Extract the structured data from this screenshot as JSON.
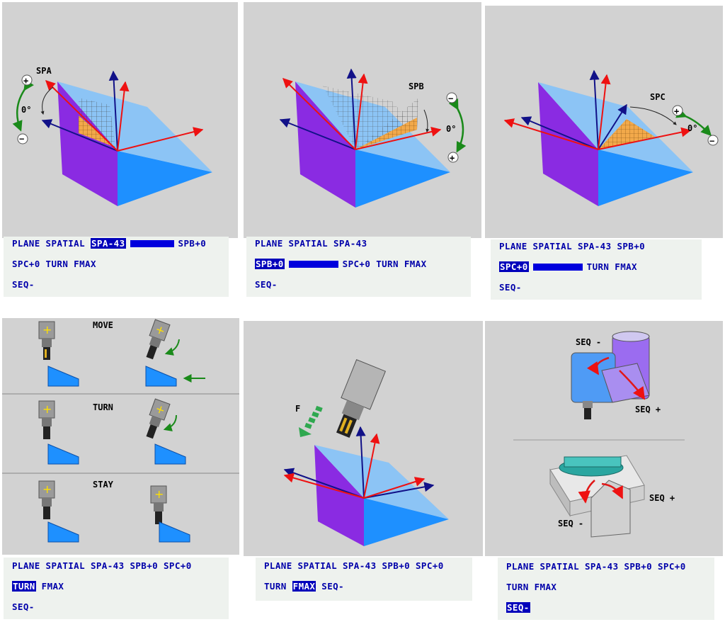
{
  "panels": {
    "spa": {
      "label": "SPA",
      "zero": "0°"
    },
    "spb": {
      "label": "SPB",
      "zero": "0°"
    },
    "spc": {
      "label": "SPC",
      "zero": "0°"
    },
    "move_turn_stay": {
      "rows": [
        "MOVE",
        "TURN",
        "STAY"
      ]
    },
    "fmax": {
      "feed_label": "F"
    },
    "seq": {
      "seq_minus": "SEQ -",
      "seq_plus": "SEQ +"
    }
  },
  "code_blocks": {
    "b1": {
      "l1_pre": "PLANE SPATIAL",
      "l1_hl": "SPA-43",
      "l1_post": "SPB+0",
      "l2": "SPC+0 TURN FMAX",
      "l3": "SEQ-"
    },
    "b2": {
      "l1": "PLANE SPATIAL SPA-43",
      "l2_hl": "SPB+0",
      "l2_post": "SPC+0 TURN FMAX",
      "l3": "SEQ-"
    },
    "b3": {
      "l1": "PLANE SPATIAL SPA-43 SPB+0",
      "l2_hl": "SPC+0",
      "l2_post": "TURN FMAX",
      "l3": "SEQ-"
    },
    "b4": {
      "l1": "PLANE SPATIAL SPA-43 SPB+0 SPC+0",
      "l2_hl": "TURN",
      "l2_post": "FMAX",
      "l3": "SEQ-"
    },
    "b5": {
      "l1": "PLANE SPATIAL SPA-43 SPB+0 SPC+0",
      "l2_pre": "TURN",
      "l2_hl": "FMAX",
      "l2_post": "SEQ-"
    },
    "b6": {
      "l1": "PLANE SPATIAL SPA-43 SPB+0 SPC+0",
      "l2": "TURN FMAX",
      "l3_hl": "SEQ-"
    }
  },
  "colors": {
    "panel_bg": "#d2d2d2",
    "code_bg": "#eef2ee",
    "code_text": "#0000aa",
    "face_purple": "#8a2be2",
    "face_blue": "#1e90ff",
    "plane_light": "#87c3f5"
  }
}
